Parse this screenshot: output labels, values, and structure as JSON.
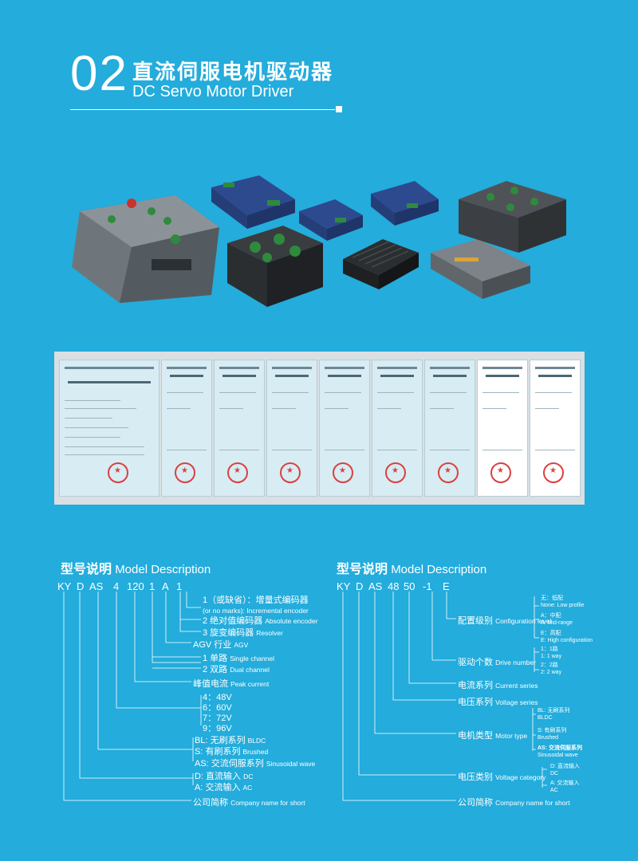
{
  "header": {
    "number": "02",
    "title_cn": "直流伺服电机驱动器",
    "title_en": "DC Servo Motor Driver"
  },
  "colors": {
    "background": "#23acdc",
    "text": "#ffffff"
  },
  "left": {
    "heading_cn": "型号说明",
    "heading_en": "Model Description",
    "code": [
      "KY",
      "D",
      "AS",
      "4",
      "120",
      "1",
      "A",
      "1"
    ],
    "labels": {
      "enc1_cn": "1（或缺省）：增量式编码器",
      "enc1_en": "(or no marks): Incremental encoder",
      "enc2_cn": "2 绝对值编码器",
      "enc2_en": "Absolute encoder",
      "enc3_cn": "3 旋变编码器",
      "enc3_en": "Resolver",
      "agv_cn": "AGV 行业",
      "agv_en": "AGV",
      "ch1_cn": "1 单路",
      "ch1_en": "Single channel",
      "ch2_cn": "2 双路",
      "ch2_en": "Dual channel",
      "peak_cn": "峰值电流",
      "peak_en": "Peak current",
      "v4": "4：48V",
      "v6": "6：60V",
      "v7": "7：72V",
      "v9": "9：96V",
      "bl_cn": "BL: 无刷系列",
      "bl_en": "BLDC",
      "s_cn": "S: 有刷系列",
      "s_en": "Brushed",
      "as_cn": "AS: 交流伺服系列",
      "as_en": "Sinusoidal wave",
      "d_cn": "D: 直流输入",
      "d_en": "DC",
      "a_cn": "A: 交流输入",
      "a_en": "AC",
      "co_cn": "公司简称",
      "co_en": "Company name for short"
    }
  },
  "right": {
    "heading_cn": "型号说明",
    "heading_en": "Model Description",
    "code": [
      "KY",
      "D",
      "AS",
      "48",
      "50",
      "-1",
      "E"
    ],
    "labels": {
      "cfg_cn": "配置级别",
      "cfg_en": "Configuration level",
      "cfg_low": "无：低配",
      "cfg_low_en": "None: Low profile",
      "cfg_mid": "A：中配",
      "cfg_mid_en": "A: Mid-range",
      "cfg_high": "E：高配",
      "cfg_high_en": "E: High configuration",
      "drv_cn": "驱动个数",
      "drv_en": "Drive number",
      "drv1": "1：1路",
      "drv1_en": "1: 1 way",
      "drv2": "2：2路",
      "drv2_en": "2: 2 way",
      "cur_cn": "电流系列",
      "cur_en": "Current series",
      "vol_cn": "电压系列",
      "vol_en": "Voltage series",
      "mt_cn": "电机类型",
      "mt_en": "Motor type",
      "bl": "BL: 无刷系列",
      "bl_en": "BLDC",
      "s": "S: 有刷系列",
      "s_en": "Brushed",
      "as": "AS: 交流伺服系列",
      "as_en": "Sinusoidal wave",
      "vc_cn": "电压类别",
      "vc_en": "Voltage category",
      "d": "D: 直流输入",
      "d_en": "DC",
      "a": "A: 交流输入",
      "a_en": "AC",
      "co_cn": "公司简称",
      "co_en": "Company name for short"
    }
  }
}
